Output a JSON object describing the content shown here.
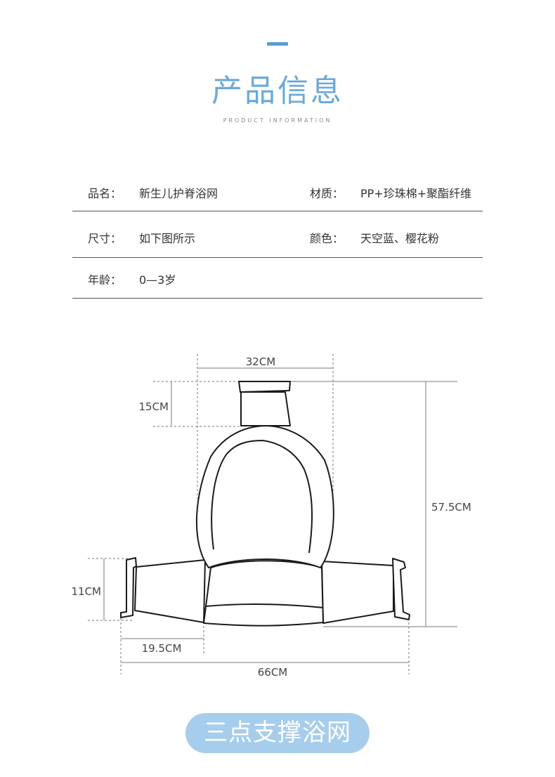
{
  "header": {
    "title": "产品信息",
    "subtitle": "PRODUCT INFORMATION",
    "accent_color": "#5b9fcf",
    "title_color": "#6aa9d8"
  },
  "specs": [
    {
      "label1": "品名：",
      "value1": "新生儿护脊浴网",
      "label2": "材质：",
      "value2": "PP+珍珠棉+聚酯纤维"
    },
    {
      "label1": "尺寸：",
      "value1": "如下图所示",
      "label2": "颜色：",
      "value2": "天空蓝、樱花粉"
    },
    {
      "label1": "年龄：",
      "value1": "0—3岁",
      "label2": "",
      "value2": ""
    }
  ],
  "dimensions": {
    "top_width": "32CM",
    "head_height": "15CM",
    "total_height": "57.5CM",
    "side_height": "11CM",
    "side_width": "19.5CM",
    "total_width": "66CM"
  },
  "banner": {
    "label": "三点支撑浴网",
    "color": "#a7cdec"
  }
}
